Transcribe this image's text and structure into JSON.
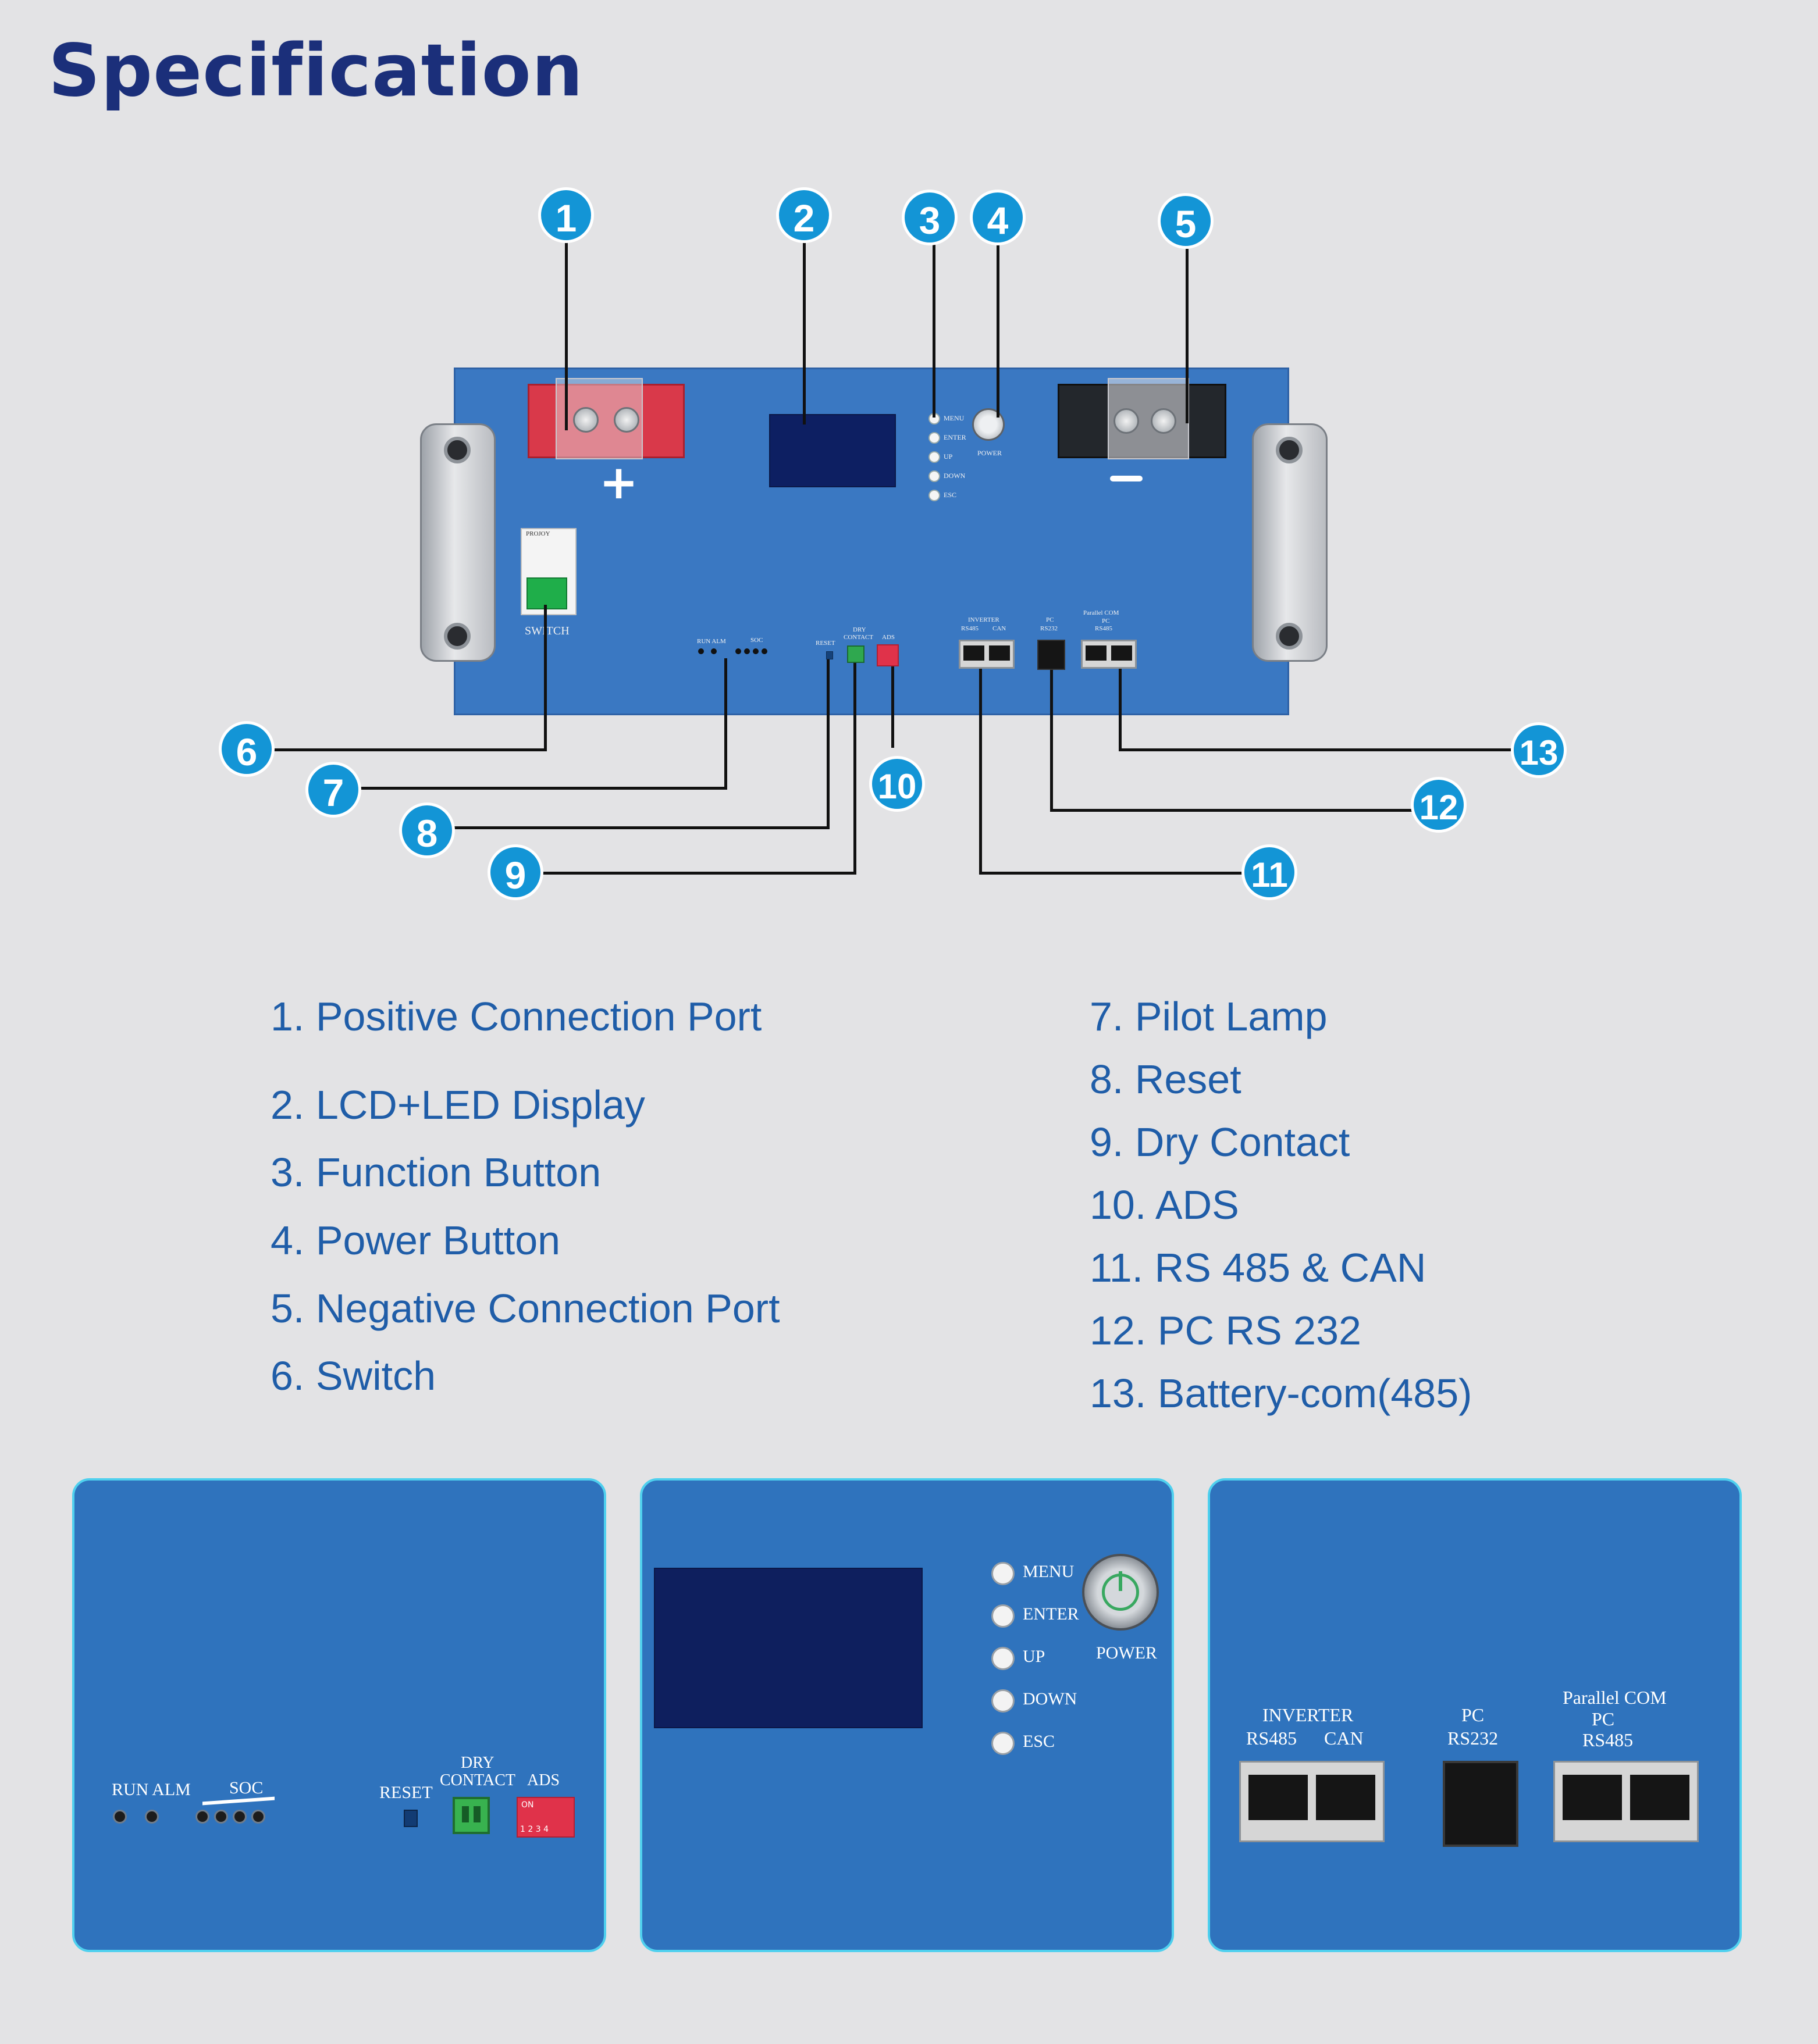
{
  "title": "Specification",
  "callouts": [
    "1",
    "2",
    "3",
    "4",
    "5",
    "6",
    "7",
    "8",
    "9",
    "10",
    "11",
    "12",
    "13"
  ],
  "battery": {
    "plus": "+",
    "minus": "−",
    "switch_label": "SWITCH",
    "breaker_brand": "PROJOY",
    "button_labels": [
      "MENU",
      "ENTER",
      "UP",
      "DOWN",
      "ESC"
    ],
    "power_label": "POWER",
    "run_alm": "RUN ALM",
    "soc": "SOC",
    "reset": "RESET",
    "dry_contact": [
      "DRY",
      "CONTACT"
    ],
    "ads": "ADS",
    "inverter": "INVERTER",
    "rs485": "RS485",
    "can": "CAN",
    "pc": "PC",
    "rs232": "RS232",
    "parallel_com": "Parallel COM"
  },
  "specs_left": [
    "1. Positive Connection Port",
    "2. LCD+LED Display",
    "3. Function Button",
    "4. Power Button",
    "5. Negative Connection Port",
    "6. Switch"
  ],
  "specs_right": [
    "7. Pilot Lamp",
    "8. Reset",
    "9. Dry Contact",
    "10. ADS",
    "11. RS 485 & CAN",
    "12. PC RS 232",
    "13. Battery-com(485)"
  ],
  "detail_panels": {
    "left": {
      "run_alm": "RUN ALM",
      "soc": "SOC",
      "reset": "RESET",
      "dry": "DRY",
      "contact": "CONTACT",
      "ads": "ADS",
      "dip_on": "ON",
      "dip_numbers": "1 2 3 4"
    },
    "middle": {
      "buttons": [
        "MENU",
        "ENTER",
        "UP",
        "DOWN",
        "ESC"
      ],
      "power": "POWER"
    },
    "right": {
      "inverter": "INVERTER",
      "rs485": "RS485",
      "can": "CAN",
      "pc": "PC",
      "rs232": "RS232",
      "parallel_com": "Parallel COM",
      "pc2": "PC",
      "rs485_2": "RS485"
    }
  },
  "colors": {
    "title": "#1b2f7a",
    "spec_text": "#1f5da8",
    "badge": "#1395d6",
    "battery_panel": "#3a78c2",
    "detail_border": "#4fd0ee",
    "background": "#e3e3e5"
  }
}
